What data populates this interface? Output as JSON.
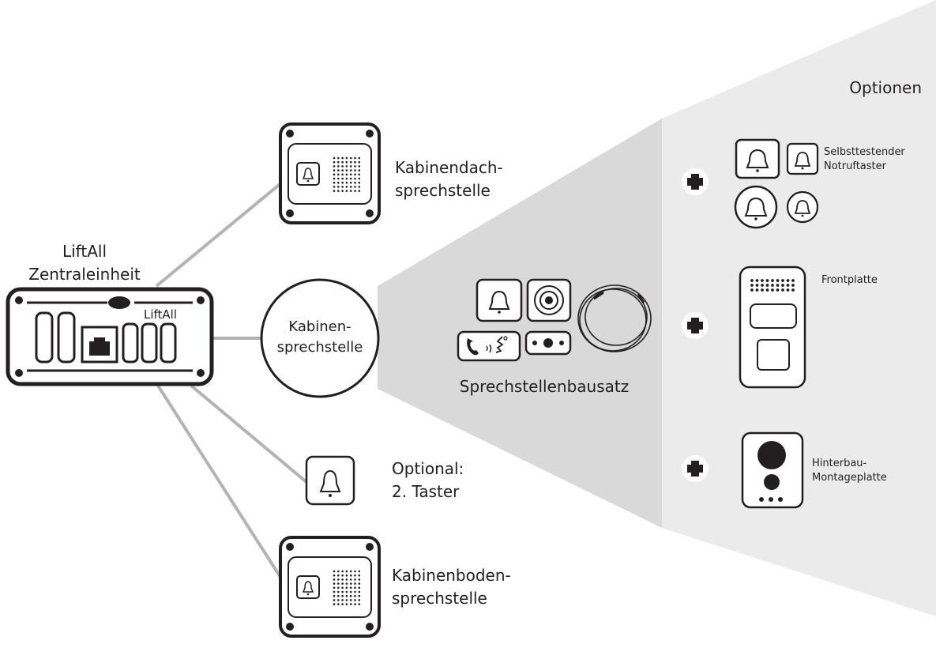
{
  "options_title": "Optionen",
  "central_unit": {
    "label_line1": "LiftAll",
    "label_line2": "Zentraleinheit",
    "device_text": "LiftAll"
  },
  "cabin_station": {
    "line1": "Kabinen-",
    "line2": "sprechstelle"
  },
  "roof_station": {
    "line1": "Kabinendach-",
    "line2": "sprechstelle"
  },
  "floor_station": {
    "line1": "Kabinenboden-",
    "line2": "sprechstelle"
  },
  "optional_button": {
    "line1": "Optional:",
    "line2": "2. Taster"
  },
  "kit": {
    "label": "Sprechstellenbausatz"
  },
  "options": {
    "self_test": {
      "line1": "Selbsttestender",
      "line2": "Notruftaster"
    },
    "front_plate": {
      "label": "Frontplatte"
    },
    "rear_mount": {
      "line1": "Hinterbau-",
      "line2": "Montageplatte"
    }
  },
  "colors": {
    "line": "#231f20",
    "connector": "#b3b3b3",
    "wedge_dark": "#d9d9d9",
    "wedge_light": "#ebebeb"
  }
}
